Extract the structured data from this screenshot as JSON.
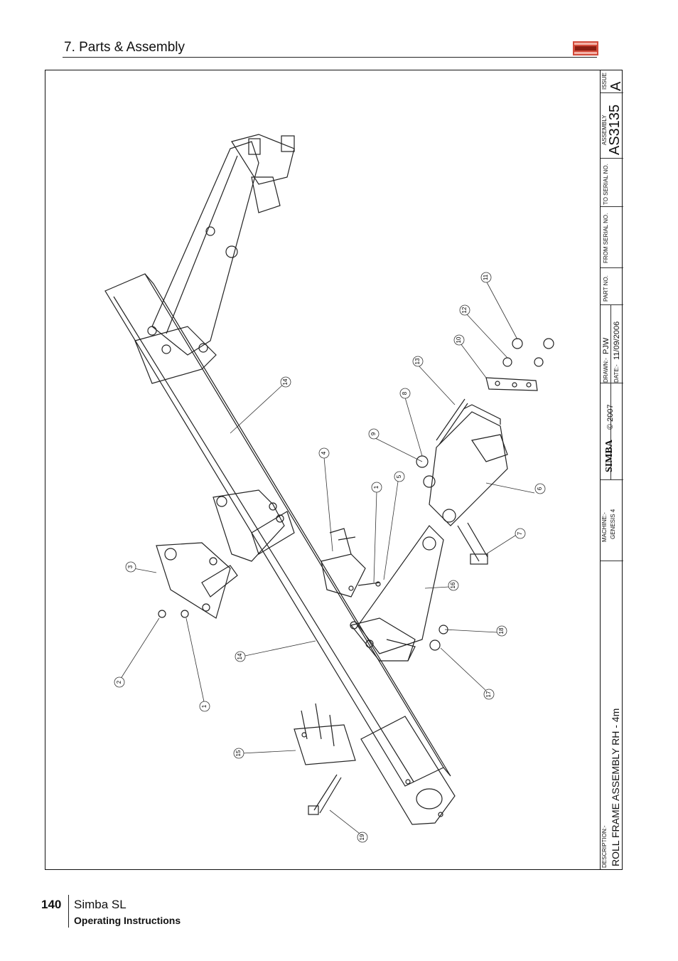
{
  "header": {
    "section": "7. Parts & Assembly"
  },
  "logo": {
    "text": "SIMBA",
    "color": "#c0392b"
  },
  "title_block": {
    "issue_label": "ISSUE",
    "issue": "A",
    "assembly_label": "ASSEMBLY",
    "assembly": "AS3135",
    "to_serial_label": "TO SERIAL NO.",
    "from_serial_label": "FROM SERIAL NO.",
    "part_no_label": "PART NO.",
    "drawn_label": "DRAWN:-",
    "drawn": "PJW",
    "date_label": "DATE:-",
    "date": "11/09/2006",
    "brand": "SIMBA",
    "copyright": "© 2007",
    "machine_label": "MACHINE:-",
    "machine": "GENESIS 4",
    "description_label": "DESCRIPTION:-",
    "description": "ROLL FRAME ASSEMBLY RH - 4m"
  },
  "callouts": [
    "11",
    "12",
    "10",
    "13",
    "8",
    "9",
    "5",
    "1",
    "4",
    "14",
    "6",
    "7",
    "3",
    "16",
    "18",
    "2",
    "1",
    "14",
    "17",
    "15",
    "19"
  ],
  "footer": {
    "page": "140",
    "title": "Simba SL",
    "subtitle": "Operating Instructions"
  }
}
